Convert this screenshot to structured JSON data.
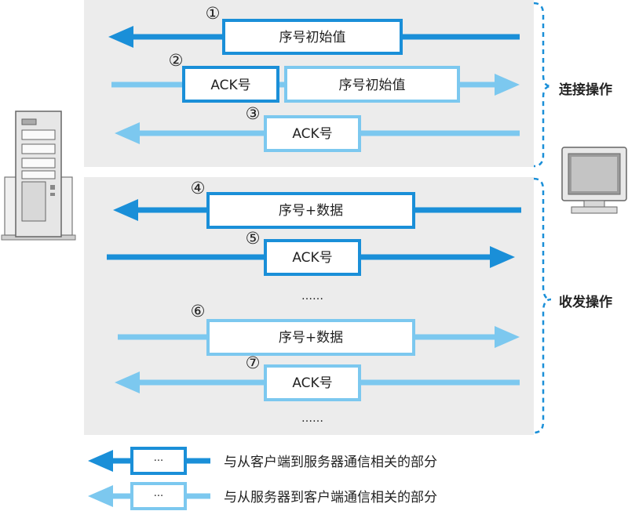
{
  "phases": {
    "connection": "连接操作",
    "transfer": "收发操作"
  },
  "steps": [
    {
      "num": "①",
      "box": "序号初始值"
    },
    {
      "num": "②",
      "box_ack": "ACK号",
      "box_seq": "序号初始值"
    },
    {
      "num": "③",
      "box": "ACK号"
    },
    {
      "num": "④",
      "box": "序号+数据"
    },
    {
      "num": "⑤",
      "box": "ACK号"
    },
    {
      "num": "⑥",
      "box": "序号+数据"
    },
    {
      "num": "⑦",
      "box": "ACK号"
    }
  ],
  "ellipsis": "……",
  "legend": {
    "box_text": "···",
    "dark_label": "与从客户端到服务器通信相关的部分",
    "light_label": "与从服务器到客户端通信相关的部分"
  },
  "colors": {
    "dark_blue": "#1a8fd8",
    "light_blue": "#7cc8ef",
    "panel_gray": "#ececec",
    "icon_server": "server-icon",
    "icon_client": "monitor-icon"
  }
}
